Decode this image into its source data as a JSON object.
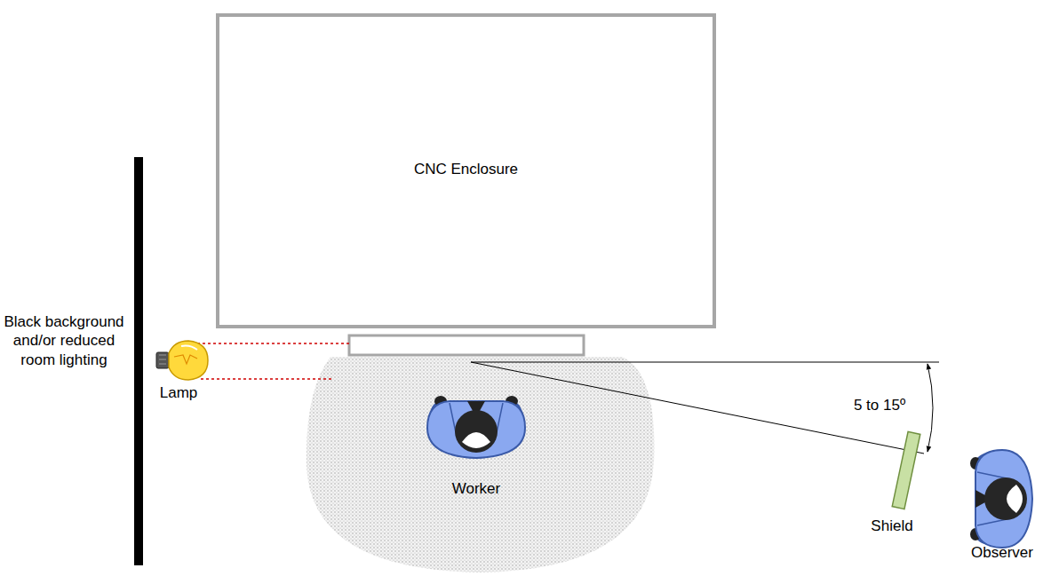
{
  "diagram": {
    "nodes": [
      {
        "text": [
          "CNC Enclosure"
        ]
      }
    ],
    "labels": [
      "Black background and/or reduced room lighting",
      "Lamp",
      "Worker",
      "5 to 15º",
      "Shield",
      "Observer"
    ]
  }
}
